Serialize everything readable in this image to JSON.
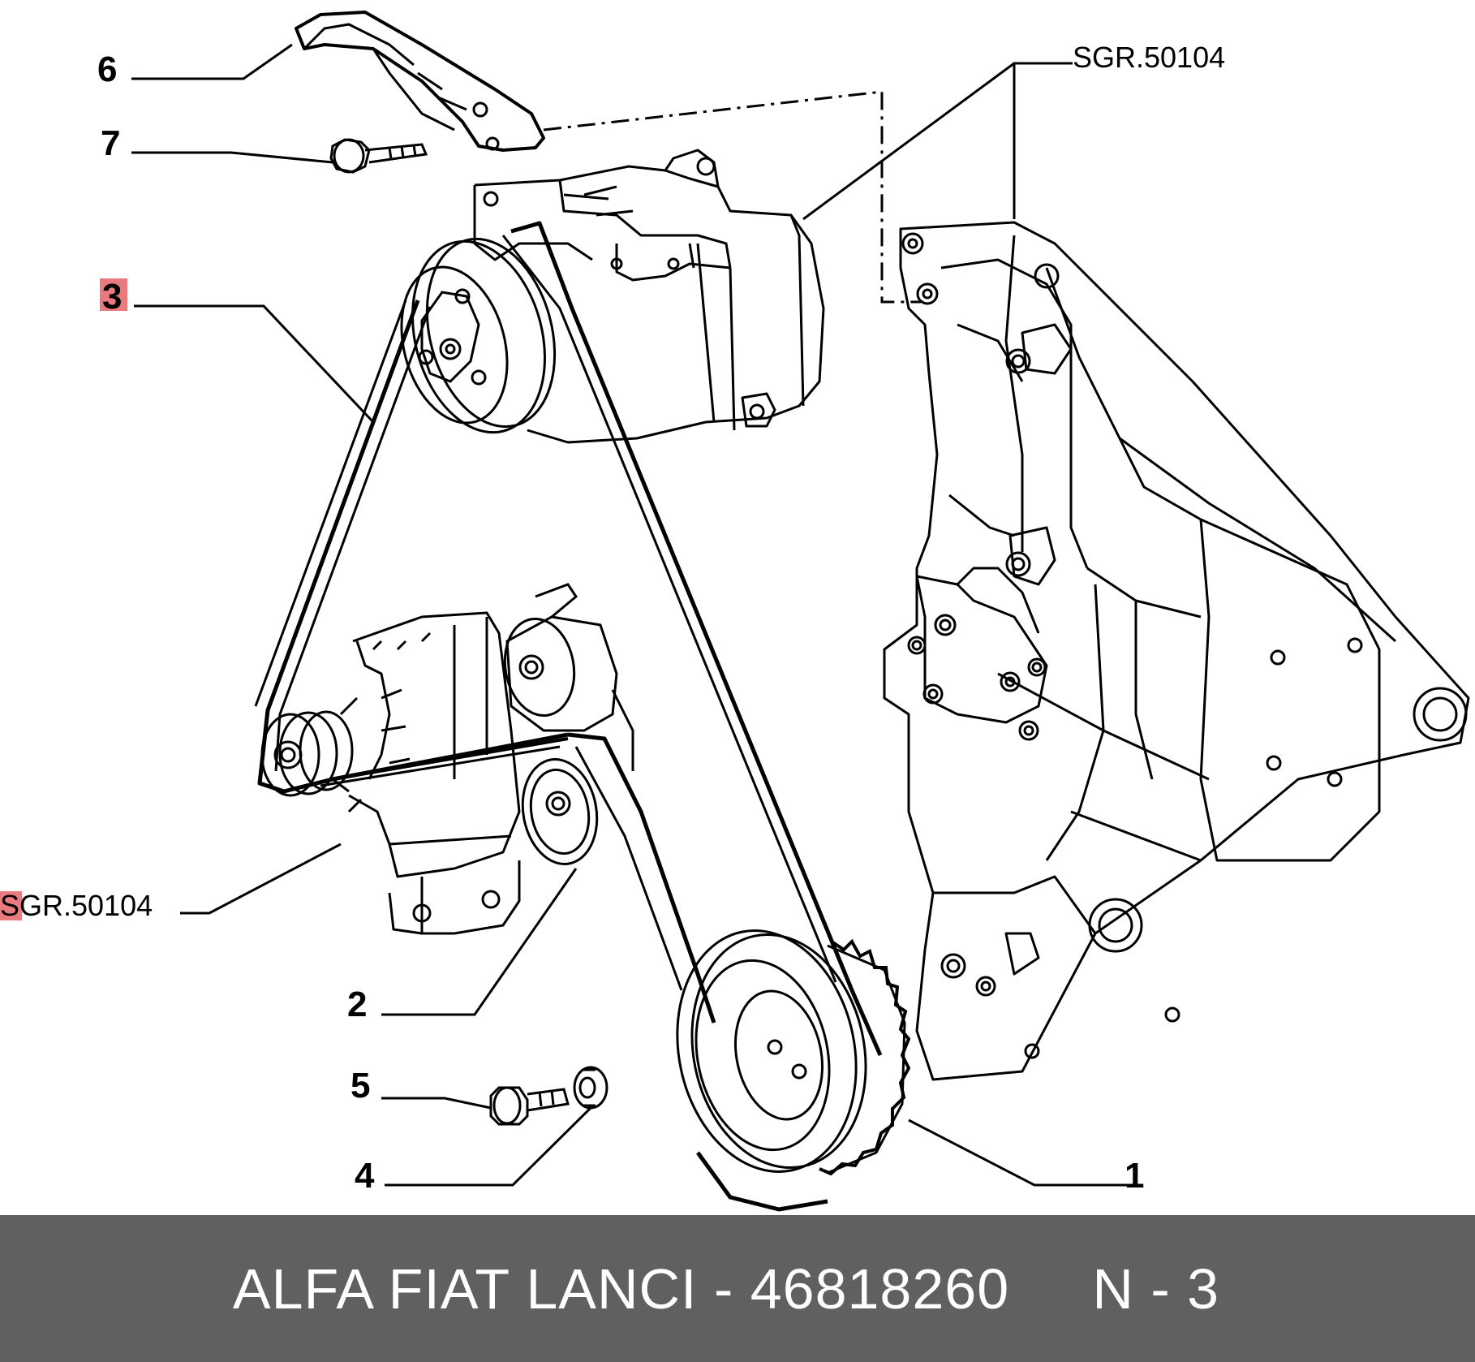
{
  "callouts": {
    "c1": "1",
    "c2": "2",
    "c3": "3",
    "c4": "4",
    "c5": "5",
    "c6": "6",
    "c7": "7"
  },
  "references": {
    "top_right": "SGR.50104",
    "left": "SGR.50104"
  },
  "highlight_color": "#e87a80",
  "footer": {
    "part_text": "ALFA FIAT LANCI - 46818260     N - 3",
    "background": "#606060"
  }
}
